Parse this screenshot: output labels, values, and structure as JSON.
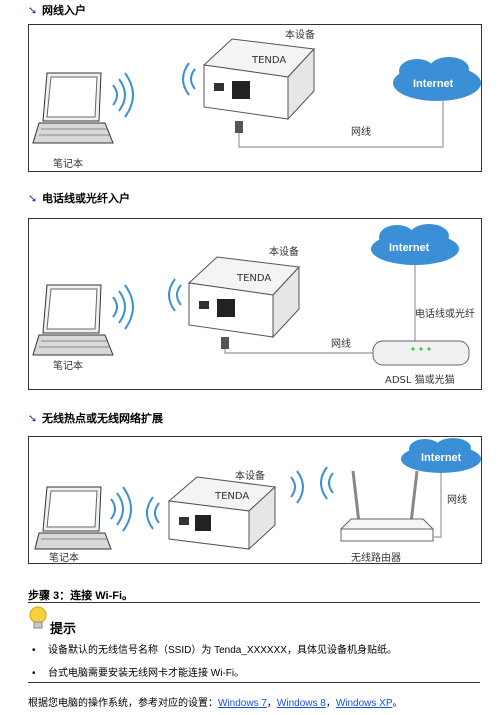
{
  "sections": [
    {
      "title": "网线入户",
      "device_label": "本设备",
      "laptop_label": "笔记本",
      "cable_label": "网线",
      "internet_label": "Internet"
    },
    {
      "title": "电话线或光纤入户",
      "device_label": "本设备",
      "laptop_label": "笔记本",
      "cable_label": "网线",
      "phone_label": "电话线或光纤",
      "modem_label": "ADSL 猫或光猫",
      "internet_label": "Internet"
    },
    {
      "title": "无线热点或无线网络扩展",
      "device_label": "本设备",
      "laptop_label": "笔记本",
      "cable_label": "网线",
      "router_label": "无线路由器",
      "internet_label": "Internet"
    }
  ],
  "device_brand": "TENDA",
  "step": "步骤 3：连接 Wi-Fi。",
  "tip": {
    "title": "提示",
    "items": [
      "设备默认的无线信号名称（SSID）为 Tenda_XXXXXX，具体见设备机身贴纸。",
      "台式电脑需要安装无线网卡才能连接 Wi-Fi。"
    ]
  },
  "bottom": {
    "prefix": "根据您电脑的操作系统，参考对应的设置：",
    "links": [
      "Windows 7",
      "Windows 8",
      "Windows XP"
    ],
    "sep": "，",
    "end": "。"
  },
  "colors": {
    "accent": "#1f3a93",
    "internet_cloud": "#3b8fd6",
    "link": "#1a4fd8"
  }
}
